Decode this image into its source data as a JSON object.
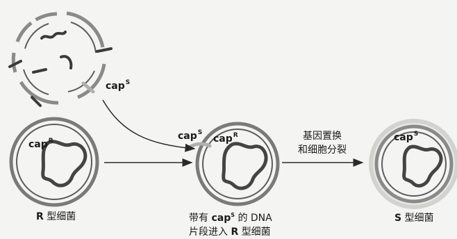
{
  "gene_labels": {
    "cap": "cap",
    "sup_S": "S",
    "sup_R": "R"
  },
  "captions": {
    "r_bacteria": {
      "letter": "R",
      "rest": "型细菌"
    },
    "middle_line1_pre": "带有",
    "middle_line1_post": "的 DNA",
    "middle_line2_pre": "片段进入",
    "middle_line2_letter": "R",
    "middle_line2_post": "型细菌",
    "s_bacteria": {
      "letter": "S",
      "rest": "型细菌"
    }
  },
  "arrow_labels": {
    "line1": "基因置换",
    "line2": "和细胞分裂"
  }
}
